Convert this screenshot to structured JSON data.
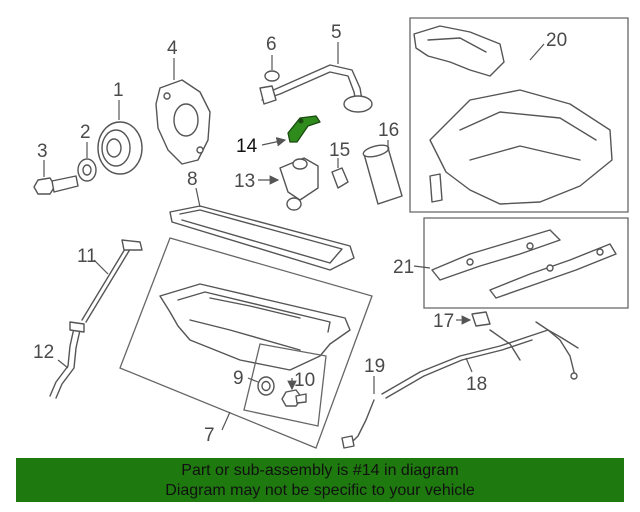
{
  "callouts": {
    "c1": "1",
    "c2": "2",
    "c3": "3",
    "c4": "4",
    "c5": "5",
    "c6": "6",
    "c7": "7",
    "c8": "8",
    "c9": "9",
    "c10": "10",
    "c11": "11",
    "c12": "12",
    "c13": "13",
    "c14": "14",
    "c15": "15",
    "c16": "16",
    "c17": "17",
    "c18": "18",
    "c19": "19",
    "c20": "20",
    "c21": "21"
  },
  "highlight": {
    "part_number": "14",
    "color": "#2e8b1c"
  },
  "banner": {
    "line1": "Part or sub-assembly is #14 in diagram",
    "line2": "Diagram may not be specific to your vehicle",
    "background": "#1e7a0f"
  }
}
